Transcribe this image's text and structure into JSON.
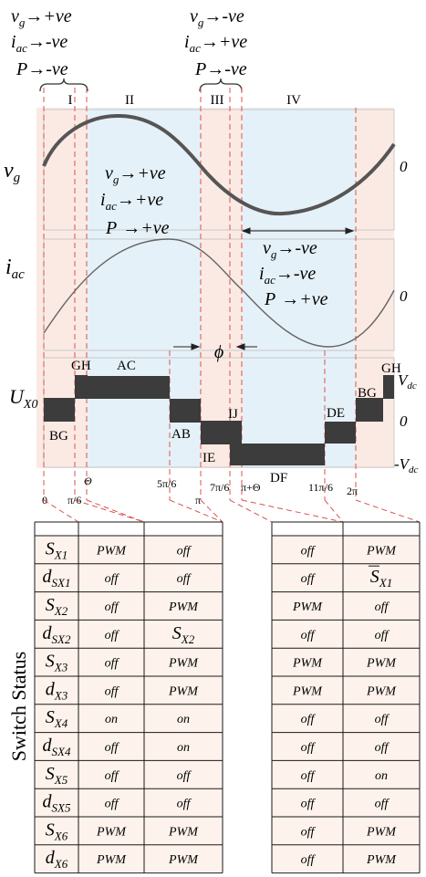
{
  "header": {
    "col1": [
      {
        "sym": "v",
        "sub": "g",
        "arrow": "→",
        "val": "+ve"
      },
      {
        "sym": "i",
        "sub": "ac",
        "arrow": "→",
        "val": "-ve"
      },
      {
        "sym": "P",
        "sub": "",
        "arrow": "→",
        "val": "-ve"
      }
    ],
    "col2": [
      {
        "sym": "v",
        "sub": "g",
        "arrow": "→",
        "val": "-ve"
      },
      {
        "sym": "i",
        "sub": "ac",
        "arrow": "→",
        "val": "+ve"
      },
      {
        "sym": "P",
        "sub": "",
        "arrow": "→",
        "val": "-ve"
      }
    ]
  },
  "regions": [
    "I",
    "II",
    "III",
    "IV"
  ],
  "vg_panel": {
    "label_sym": "v",
    "label_sub": "g",
    "zero": "0",
    "notes": [
      {
        "sym": "v",
        "sub": "g",
        "arrow": "→",
        "val": "+ve"
      },
      {
        "sym": "i",
        "sub": "ac",
        "arrow": "→",
        "val": "+ve"
      },
      {
        "sym": "P",
        "sub": "",
        "arrow": "→",
        "val": "+ve"
      }
    ]
  },
  "iac_panel": {
    "label_sym": "i",
    "label_sub": "ac",
    "zero": "0",
    "notes": [
      {
        "sym": "v",
        "sub": "g",
        "arrow": "→",
        "val": "-ve"
      },
      {
        "sym": "i",
        "sub": "ac",
        "arrow": "→",
        "val": "-ve"
      },
      {
        "sym": "P",
        "sub": "",
        "arrow": "→",
        "val": "+ve"
      }
    ],
    "phi": "ϕ"
  },
  "ux0_panel": {
    "label_sym": "U",
    "label_sub": "X0",
    "vdc": "V",
    "vdc_sub": "dc",
    "zero": "0",
    "neg_vdc": "-V",
    "neg_vdc_sub": "dc",
    "segments": [
      "GH",
      "AC",
      "BG",
      "AB",
      "IE",
      "IJ",
      "DF",
      "DE",
      "BG",
      "GH"
    ]
  },
  "x_ticks": {
    "upper": [
      "Θ",
      "5π/6",
      "7π/6",
      "π+Θ",
      "11π/6",
      "2π"
    ],
    "lower": [
      "0",
      "π/6",
      "π"
    ]
  },
  "table": {
    "side_label": "Switch Status",
    "rows": [
      {
        "sym": "S",
        "sub": "X1",
        "c1": "PWM",
        "c2": "off",
        "c3": "off",
        "c4": "PWM"
      },
      {
        "sym": "d",
        "sub": "SX1",
        "c1": "off",
        "c2": "off",
        "c3": "off",
        "c4": "S_X1_bar"
      },
      {
        "sym": "S",
        "sub": "X2",
        "c1": "off",
        "c2": "PWM",
        "c3": "PWM",
        "c4": "off"
      },
      {
        "sym": "d",
        "sub": "SX2",
        "c1": "off",
        "c2": "S_X2",
        "c3": "off",
        "c4": "off"
      },
      {
        "sym": "S",
        "sub": "X3",
        "c1": "off",
        "c2": "PWM",
        "c3": "PWM",
        "c4": "PWM"
      },
      {
        "sym": "d",
        "sub": "X3",
        "c1": "off",
        "c2": "PWM",
        "c3": "PWM",
        "c4": "PWM"
      },
      {
        "sym": "S",
        "sub": "X4",
        "c1": "on",
        "c2": "on",
        "c3": "off",
        "c4": "off"
      },
      {
        "sym": "d",
        "sub": "SX4",
        "c1": "off",
        "c2": "on",
        "c3": "off",
        "c4": "off"
      },
      {
        "sym": "S",
        "sub": "X5",
        "c1": "off",
        "c2": "off",
        "c3": "off",
        "c4": "on"
      },
      {
        "sym": "d",
        "sub": "SX5",
        "c1": "off",
        "c2": "off",
        "c3": "off",
        "c4": "off"
      },
      {
        "sym": "S",
        "sub": "X6",
        "c1": "PWM",
        "c2": "PWM",
        "c3": "off",
        "c4": "PWM"
      },
      {
        "sym": "d",
        "sub": "X6",
        "c1": "PWM",
        "c2": "PWM",
        "c3": "off",
        "c4": "PWM"
      }
    ]
  },
  "colors": {
    "pink_region": "#fbeae3",
    "blue_region": "#e5f1f8",
    "waveform": "#555555",
    "bar": "#3c3c3c",
    "dashed": "#d9534f",
    "table_bg": "#fdf3ec"
  }
}
